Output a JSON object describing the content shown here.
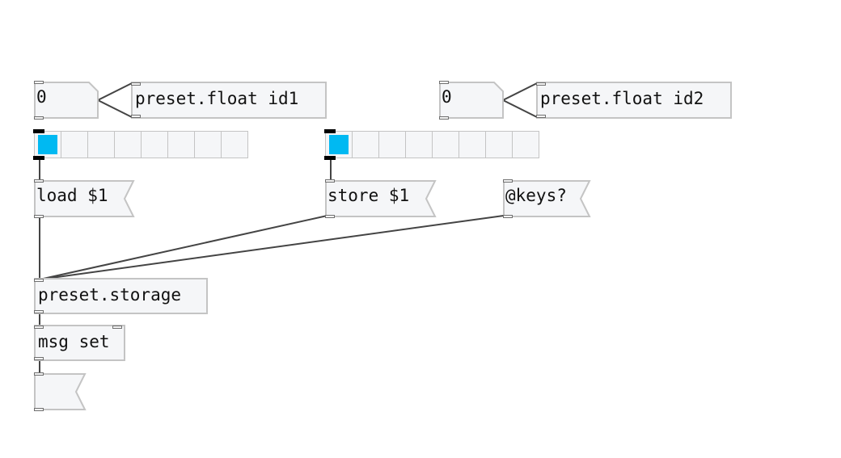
{
  "patch": {
    "atoms": [
      {
        "id": "float-atom-1",
        "value": "0"
      },
      {
        "id": "float-atom-2",
        "value": "0"
      },
      {
        "id": "output-atom",
        "value": ""
      }
    ],
    "objects": [
      {
        "id": "preset-float-id1",
        "label": "preset.float id1"
      },
      {
        "id": "preset-float-id2",
        "label": "preset.float id2"
      },
      {
        "id": "preset-storage",
        "label": "preset.storage"
      },
      {
        "id": "msg-set",
        "label": "msg set"
      }
    ],
    "messages": [
      {
        "id": "load-msg",
        "label": "load $1"
      },
      {
        "id": "store-msg",
        "label": "store $1"
      },
      {
        "id": "keys-msg",
        "label": "@keys?"
      }
    ],
    "radios": [
      {
        "id": "radio-1",
        "cells": 8,
        "selected": 0,
        "accent": "#00b9f2"
      },
      {
        "id": "radio-2",
        "cells": 8,
        "selected": 0,
        "accent": "#00b9f2"
      }
    ]
  },
  "colors": {
    "background": "#ffffff",
    "box_fill": "#f5f6f8",
    "box_border": "#c4c4c4",
    "wire": "#444444",
    "radio_selected": "#00b9f2"
  }
}
